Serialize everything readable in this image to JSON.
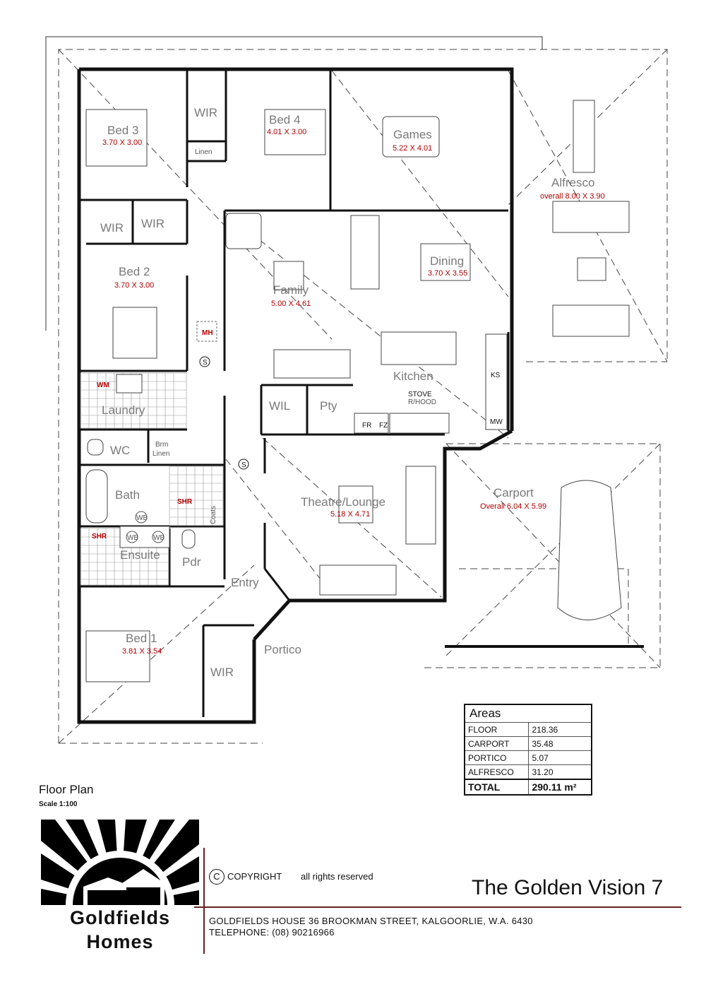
{
  "plan": {
    "title": "Floor Plan",
    "scale": "Scale 1:100"
  },
  "rooms": {
    "bed3": {
      "label": "Bed 3",
      "dim": "3.70 X 3.00"
    },
    "wir_top": {
      "label": "WIR"
    },
    "bed4": {
      "label": "Bed 4",
      "dim": "4.01 X 3.00"
    },
    "linen": {
      "label": "Linen"
    },
    "games": {
      "label": "Games",
      "dim": "5.22 X 4.01"
    },
    "alfresco": {
      "label": "Alfresco",
      "dim": "overall  8.00 X 3.90"
    },
    "wir_a": {
      "label": "WIR"
    },
    "wir_b": {
      "label": "WIR"
    },
    "bed2": {
      "label": "Bed 2",
      "dim": "3.70 X 3.00"
    },
    "family": {
      "label": "Family",
      "dim": "5.00 X 4.61"
    },
    "dining": {
      "label": "Dining",
      "dim": "3.70 X 3.55"
    },
    "kitchen": {
      "label": "Kitchen"
    },
    "laundry": {
      "label": "Laundry"
    },
    "wil": {
      "label": "WIL"
    },
    "pty": {
      "label": "Pty"
    },
    "wc": {
      "label": "WC"
    },
    "brm_linen_1": {
      "label": "Brm"
    },
    "brm_linen_2": {
      "label": "Linen"
    },
    "bath": {
      "label": "Bath"
    },
    "theatre": {
      "label": "Theatre/Lounge",
      "dim": "5.18 X 4.71"
    },
    "carport": {
      "label": "Carport",
      "dim": "Overall  6.04 X 5.99"
    },
    "ensuite": {
      "label": "Ensuite"
    },
    "pdr": {
      "label": "Pdr"
    },
    "entry": {
      "label": "Entry"
    },
    "bed1": {
      "label": "Bed 1",
      "dim": "3.81 X 3.54"
    },
    "wir_master": {
      "label": "WIR"
    },
    "portico": {
      "label": "Portico"
    }
  },
  "fixtures": {
    "mh": "MH",
    "wm": "WM",
    "shr_bath": "SHR",
    "shr_ensuite": "SHR",
    "coats": "Coats",
    "stove": "STOVE",
    "rhood": "R/HOOD",
    "fr": "FR",
    "fz": "FZ",
    "ks": "KS",
    "mw": "MW",
    "s1": "S",
    "s2": "S",
    "wb1": "WB",
    "wb2": "WB",
    "wb3": "WB"
  },
  "areas": {
    "title": "Areas",
    "rows": [
      {
        "name": "FLOOR",
        "value": "218.36"
      },
      {
        "name": "CARPORT",
        "value": "35.48"
      },
      {
        "name": "PORTICO",
        "value": "5.07"
      },
      {
        "name": "ALFRESCO",
        "value": "31.20"
      }
    ],
    "total_label": "TOTAL",
    "total_value": "290.11 m²"
  },
  "footer": {
    "brand_line1": "Goldfields",
    "brand_line2": "Homes",
    "copyright_symbol": "C",
    "copyright": "COPYRIGHT",
    "rights": "all rights reserved",
    "design_name": "The Golden Vision 7",
    "address": "GOLDFIELDS HOUSE 36 BROOKMAN STREET, KALGOORLIE, W.A. 6430",
    "telephone": "TELEPHONE: (08) 90216966"
  }
}
